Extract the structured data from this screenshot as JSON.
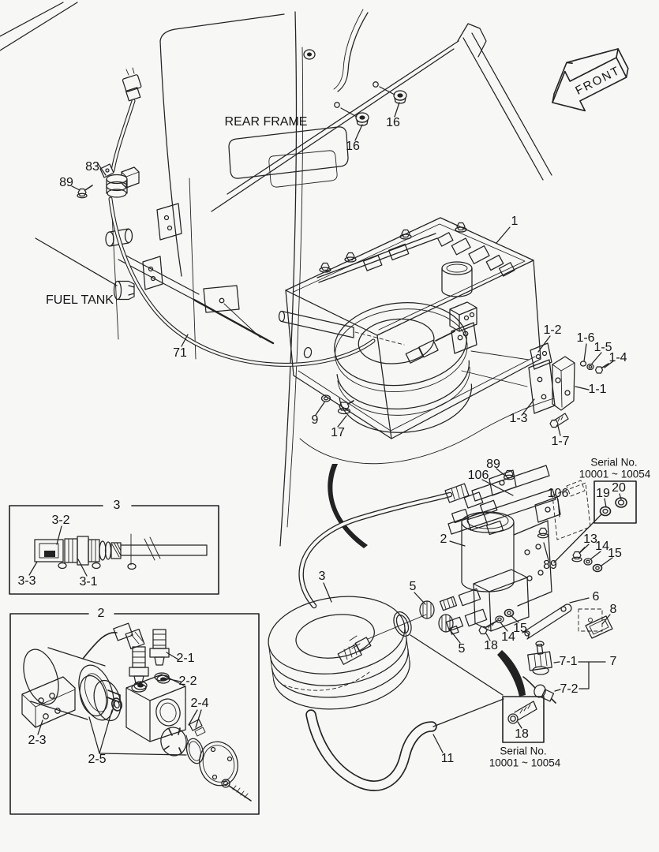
{
  "colors": {
    "line": "#222222",
    "background": "#f7f7f6",
    "text": "#151515",
    "arrow_fill": "#222222"
  },
  "labels": {
    "front": "FRONT",
    "rear_frame": "REAR FRAME",
    "fuel_tank": "FUEL TANK",
    "n16a": "16",
    "n16b": "16",
    "n83": "83",
    "n89a": "89",
    "n71": "71",
    "n1": "1",
    "n1_2": "1-2",
    "n1_6": "1-6",
    "n1_5": "1-5",
    "n1_4": "1-4",
    "n1_1": "1-1",
    "n1_3": "1-3",
    "n1_7": "1-7",
    "n9": "9",
    "n17": "17",
    "n89b": "89",
    "n106a": "106",
    "n106b": "106",
    "serial_top_1": "Serial No.",
    "serial_top_2": "10001 ~ 10054",
    "n19": "19",
    "n20": "20",
    "n13": "13",
    "n14a": "14",
    "n15a": "15",
    "n2main": "2",
    "n89c": "89",
    "box3_title": "3",
    "n3_2": "3-2",
    "n3_3": "3-3",
    "n3_1": "3-1",
    "box2_title": "2",
    "n2_1": "2-1",
    "n2_2": "2-2",
    "n2_4": "2-4",
    "n2_3": "2-3",
    "n2_5": "2-5",
    "n3hose": "3",
    "n5a": "5",
    "n5b": "5",
    "n18a": "18",
    "n14b": "14",
    "n15b": "15",
    "n6": "6",
    "n8": "8",
    "n7_1": "7-1",
    "n7": "7",
    "n7_2": "7-2",
    "n18b": "18",
    "serial_bottom_1": "Serial No.",
    "serial_bottom_2": "10001 ~ 10054",
    "n11": "11"
  }
}
